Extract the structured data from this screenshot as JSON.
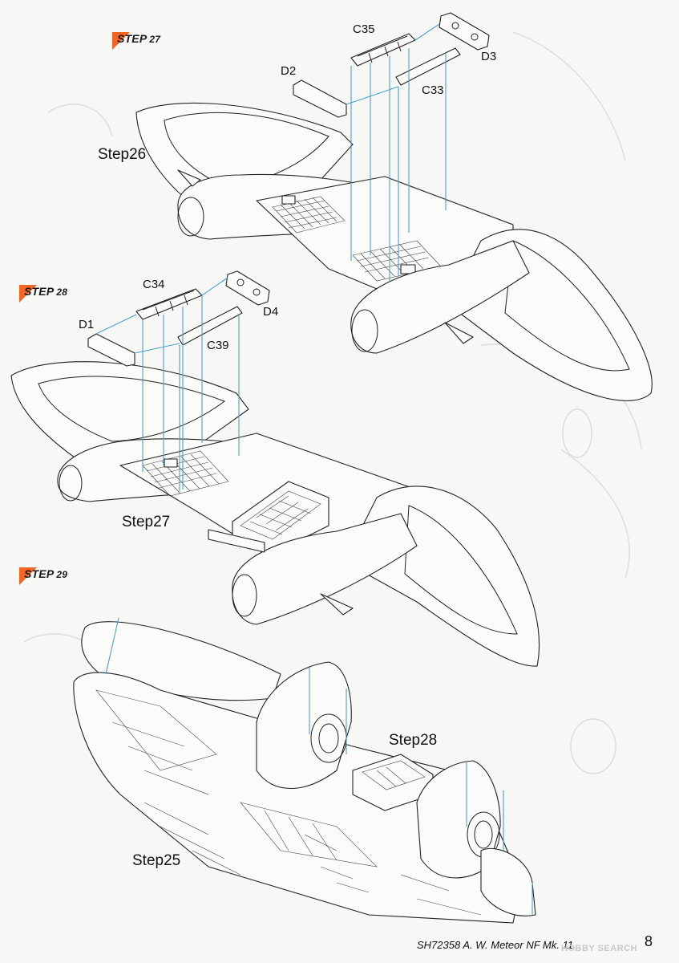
{
  "steps": [
    {
      "badge_word": "STEP",
      "badge_number": "27",
      "reference_label": "Step26",
      "parts": {
        "a": "C35",
        "b": "D2",
        "c": "D3",
        "d": "C33"
      }
    },
    {
      "badge_word": "STEP",
      "badge_number": "28",
      "reference_label": "Step27",
      "parts": {
        "a": "C34",
        "b": "D1",
        "c": "D4",
        "d": "C39"
      }
    },
    {
      "badge_word": "STEP",
      "badge_number": "29",
      "reference_labels": [
        "Step28",
        "Step25"
      ]
    }
  ],
  "footer": {
    "title": "SH72358 A. W. Meteor NF Mk. 11",
    "page_number": "8",
    "watermark": "HOBBY SEARCH"
  },
  "colors": {
    "accent": "#f26522",
    "arrow": "#4aa3d0"
  }
}
